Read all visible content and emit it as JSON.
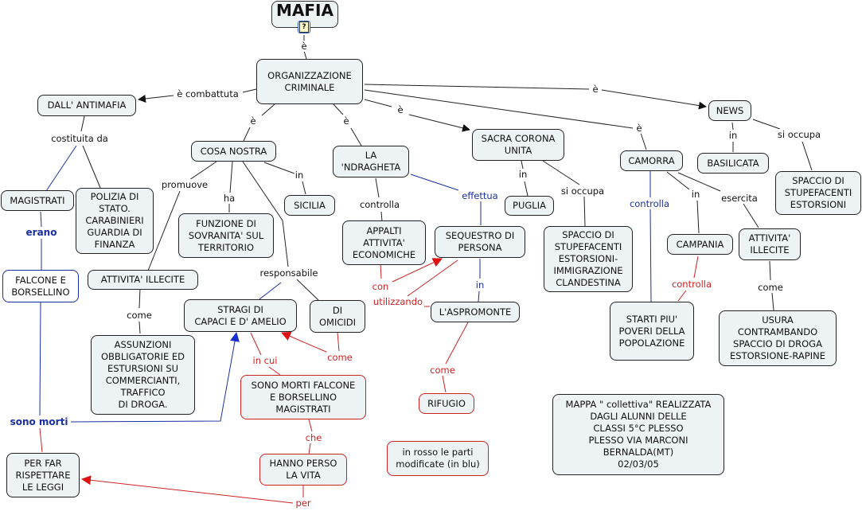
{
  "colors": {
    "black": "#222222",
    "red": "#cc2222",
    "blue": "#1a2fa0",
    "node_fill": "#edf2f5"
  },
  "nodes": {
    "mafia": "MAFIA",
    "organizzazione": "ORGANIZZAZIONE\nCRIMINALE",
    "antimafia": "DALL' ANTIMAFIA",
    "magistrati": "MAGISTRATI",
    "polizia": "POLIZIA DI\nSTATO.\nCARABINIERI\nGUARDIA DI\nFINANZA",
    "falcone": "FALCONE E\nBORSELLINO",
    "cosa_nostra": "COSA NOSTRA",
    "funzione": "FUNZIONE DI\nSOVRANITA' SUL\nTERRITORIO",
    "sicilia": "SICILIA",
    "attivita_illecite_1": "ATTIVITA' ILLECITE",
    "assunzioni": "ASSUNZIONI\nOBBLIGATORIE ED\nESTURSIONI SU\nCOMMERCIANTI,\nTRAFFICO\nDI DROGA.",
    "stragi": "STRAGI DI\nCAPACI E D' AMELIO",
    "omicidi": "DI\nOMICIDI",
    "sono_morti_node": "SONO MORTI FALCONE\nE BORSELLINO\nMAGISTRATI",
    "hanno_perso": "HANNO PERSO\nLA VITA",
    "per_far": "PER FAR\nRISPETTARE\nLE LEGGI",
    "ndragheta": "LA\n'NDRAGHETA",
    "appalti": "APPALTI\nATTIVITA'\nECONOMICHE",
    "sequestro": "SEQUESTRO DI\nPERSONA",
    "aspromonte": "L'ASPROMONTE",
    "rifugio": "RIFUGIO",
    "sacra_corona": "SACRA CORONA\nUNITA",
    "puglia": "PUGLIA",
    "spaccio_scu": "SPACCIO DI\nSTUPEFACENTI\nESTORSIONI-\nIMMIGRAZIONE\nCLANDESTINA",
    "camorra": "CAMORRA",
    "campania": "CAMPANIA",
    "attivita_illecite_2": "ATTIVITA'\nILLECITE",
    "strati": "STARTI PIU'\nPOVERI DELLA\nPOPOLAZIONE",
    "usura": "USURA\nCONTRAMBANDO\nSPACCIO DI DROGA\nESTORSIONE-RAPINE",
    "news": "NEWS",
    "basilicata": "BASILICATA",
    "spaccio_news": "SPACCIO DI\nSTUPEFACENTI\nESTORSIONI",
    "legenda": "in rosso le  parti\nmodificate (in blu)",
    "credits": "MAPPA \" collettiva\" REALIZZATA\nDAGLI ALUNNI DELLE\nCLASSI 5°C PLESSO\nPLESSO VIA MARCONI\nBERNALDA(MT)\n02/03/05"
  },
  "labels": {
    "e_top": "è",
    "e_combattuta": "è combattuta",
    "costituita_da": "costituita da",
    "erano": "erano",
    "sono_morti": "sono morti",
    "e_cosa": "è",
    "promuove": "promuove",
    "ha": "ha",
    "in_sicilia": "in",
    "responsabile": "responsabile",
    "come_attivita": "come",
    "in_cui": "in cui",
    "come_omicidi": "come",
    "che": "che",
    "per": "per",
    "e_ndra": "è",
    "controlla_ndra": "controlla",
    "effettua": "effettua",
    "con": "con",
    "utilizzando": "utilizzando",
    "in_aspro": "in",
    "come_rifugio": "come",
    "e_sacra": "è",
    "in_puglia": "in",
    "si_occupa_scu": "si occupa",
    "e_camorra": "è",
    "controlla_camorra": "controlla",
    "in_campania": "in",
    "esercita": "esercita",
    "controlla_red": "controlla",
    "come_usura": "come",
    "e_news": "è",
    "in_basilicata": "in",
    "si_occupa_news": "si occupa"
  }
}
